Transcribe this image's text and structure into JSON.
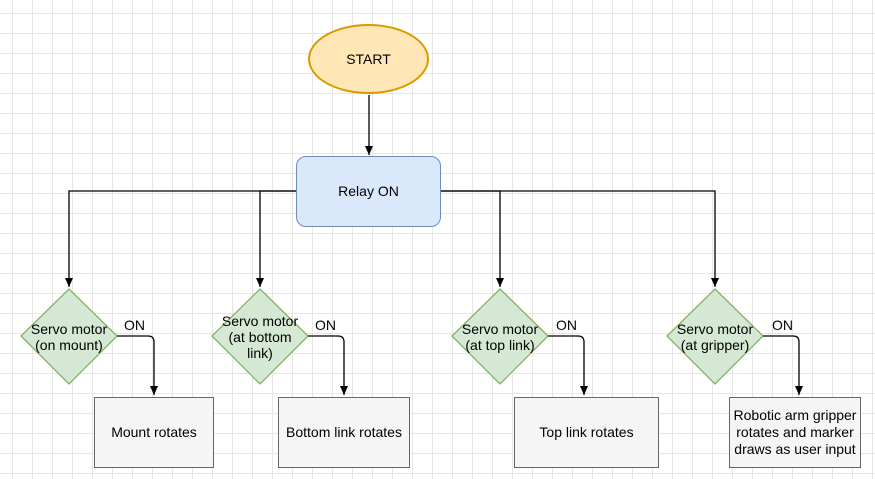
{
  "start": {
    "label": "START"
  },
  "relay": {
    "label": "Relay ON"
  },
  "servos": [
    {
      "line1": "Servo motor",
      "line2": "(on mount)",
      "line3": ""
    },
    {
      "line1": "Servo motor",
      "line2": "(at bottom",
      "line3": "link)"
    },
    {
      "line1": "Servo motor",
      "line2": "(at top link)",
      "line3": ""
    },
    {
      "line1": "Servo motor",
      "line2": "(at gripper)",
      "line3": ""
    }
  ],
  "edge_label": "ON",
  "outcomes": [
    {
      "line1": "Mount rotates",
      "line2": "",
      "line3": ""
    },
    {
      "line1": "Bottom link rotates",
      "line2": "",
      "line3": ""
    },
    {
      "line1": "Top link rotates",
      "line2": "",
      "line3": ""
    },
    {
      "line1": "Robotic arm gripper",
      "line2": "rotates and marker",
      "line3": "draws as user input"
    }
  ],
  "colors": {
    "start_fill": "#ffe6b5",
    "start_stroke": "#d79b00",
    "relay_fill": "#dae8fc",
    "relay_stroke": "#6c8ebf",
    "decision_fill": "#d5e8d4",
    "decision_stroke": "#82b366",
    "process_fill": "#f5f5f5",
    "process_stroke": "#666666"
  }
}
